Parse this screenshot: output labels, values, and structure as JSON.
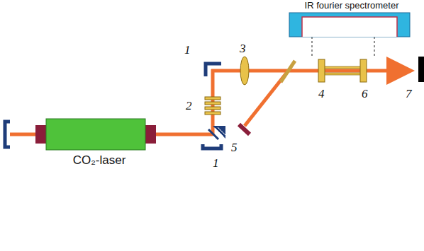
{
  "diagram": {
    "nodes": [
      {
        "text": [
          "IR fourier spectrometer"
        ]
      },
      {
        "text": [
          "CO₂-laser"
        ]
      }
    ],
    "labels": [
      "1",
      "2",
      "3",
      "4",
      "5",
      "6",
      "7",
      "1"
    ]
  }
}
